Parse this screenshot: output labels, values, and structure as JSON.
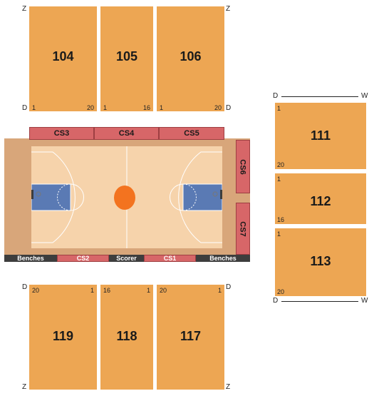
{
  "colors": {
    "section": "#eda653",
    "courtside": "#d76668",
    "court_floor": "#f6d3ab",
    "court_surround": "#d8a67a",
    "paint": "#5a7ab4",
    "ball": "#f3731f",
    "bench_strip": "#3d3d3d"
  },
  "top_sections": [
    {
      "name": "104",
      "row_start": "1",
      "row_end": "20"
    },
    {
      "name": "105",
      "row_start": "1",
      "row_end": "16"
    },
    {
      "name": "106",
      "row_start": "1",
      "row_end": "20"
    }
  ],
  "top_labels": {
    "left_top": "Z",
    "left_bottom": "D",
    "right_top": "Z",
    "right_bottom": "D"
  },
  "right_sections": [
    {
      "name": "111",
      "row_start": "1",
      "row_end": "20"
    },
    {
      "name": "112",
      "row_start": "1",
      "row_end": "16"
    },
    {
      "name": "113",
      "row_start": "1",
      "row_end": "20"
    }
  ],
  "right_labels": {
    "top_left": "D",
    "top_right": "W",
    "bottom_left": "D",
    "bottom_right": "W"
  },
  "bottom_sections": [
    {
      "name": "119",
      "row_start": "20",
      "row_end": "1"
    },
    {
      "name": "118",
      "row_start": "16",
      "row_end": "1"
    },
    {
      "name": "117",
      "row_start": "20",
      "row_end": "1"
    }
  ],
  "bottom_labels": {
    "left_top": "D",
    "left_bottom": "Z",
    "right_top": "D",
    "right_bottom": "Z"
  },
  "courtside": {
    "top": [
      "CS3",
      "CS4",
      "CS5"
    ],
    "right": [
      "CS6",
      "CS7"
    ]
  },
  "bottom_strip": [
    "Benches",
    "CS2",
    "Scorer",
    "CS1",
    "Benches"
  ]
}
